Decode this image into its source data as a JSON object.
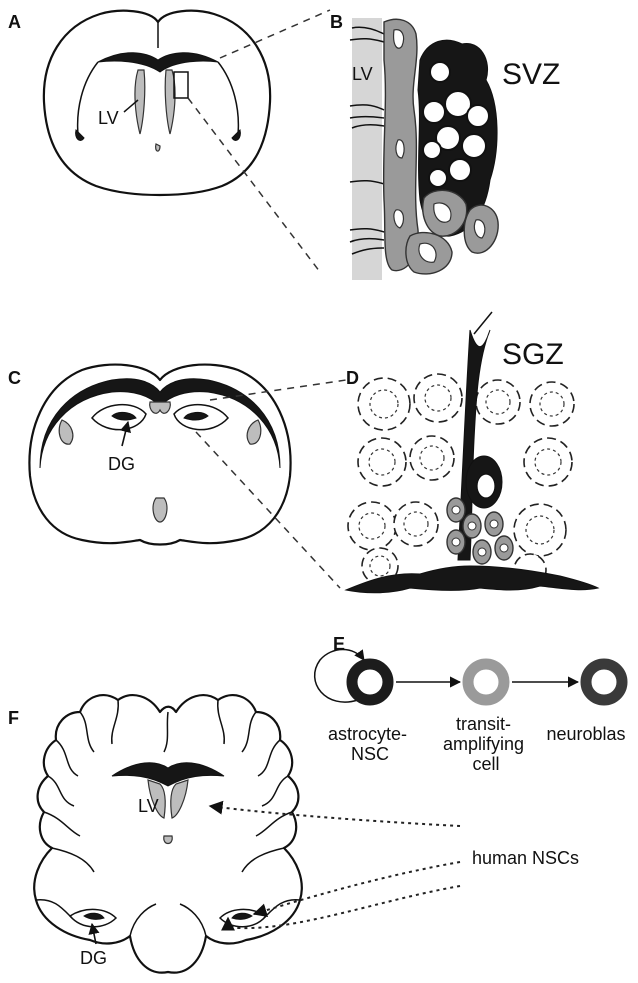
{
  "panels": {
    "a": {
      "letter": "A",
      "lv_label": "LV"
    },
    "b": {
      "letter": "B",
      "lv_label": "LV",
      "zone_label": "SVZ"
    },
    "c": {
      "letter": "C",
      "dg_label": "DG"
    },
    "d": {
      "letter": "D",
      "zone_label": "SGZ"
    },
    "e": {
      "letter": "E",
      "cells": [
        {
          "label_lines": [
            "astrocyte-",
            "NSC"
          ],
          "ring_color": "#1c1c1c"
        },
        {
          "label_lines": [
            "transit-",
            "amplifying",
            "cell"
          ],
          "ring_color": "#9a9a9a"
        },
        {
          "label_lines": [
            "neuroblas"
          ],
          "ring_color": "#3a3a3a"
        }
      ]
    },
    "f": {
      "letter": "F",
      "lv_label": "LV",
      "dg_label": "DG",
      "nsc_label": "human NSCs"
    }
  },
  "icons": [
    "coronal-mouse-brain-section",
    "svz-cell-cluster",
    "sgz-cell-column",
    "human-coronal-brain-section",
    "arrow"
  ]
}
